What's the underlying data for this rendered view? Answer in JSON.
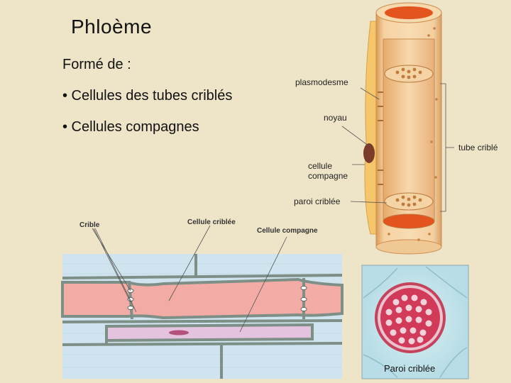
{
  "slide": {
    "title": "Phloème",
    "subtitle": "Formé de :",
    "bullets": [
      "• Cellules des tubes criblés",
      "• Cellules compagnes"
    ]
  },
  "tube_diagram": {
    "labels": {
      "plasmodesme": "plasmodesme",
      "noyau": "noyau",
      "cellule_compagne_line1": "cellule",
      "cellule_compagne_line2": "compagne",
      "paroi_criblee": "paroi criblée",
      "tube_crible": "tube criblé"
    }
  },
  "section_diagram": {
    "labels": {
      "crible": "Crible",
      "cellule_criblee": "Cellule criblée",
      "cellule_compagne": "Cellule compagne"
    }
  },
  "micrograph": {
    "caption": "Paroi criblée"
  },
  "colors": {
    "background": "#eee4c8",
    "tube_tan": "#f2c48c",
    "sieve_red": "#e06a5c",
    "section_pink": "#f4b0aa",
    "companion_violet": "#e8c2e0"
  }
}
